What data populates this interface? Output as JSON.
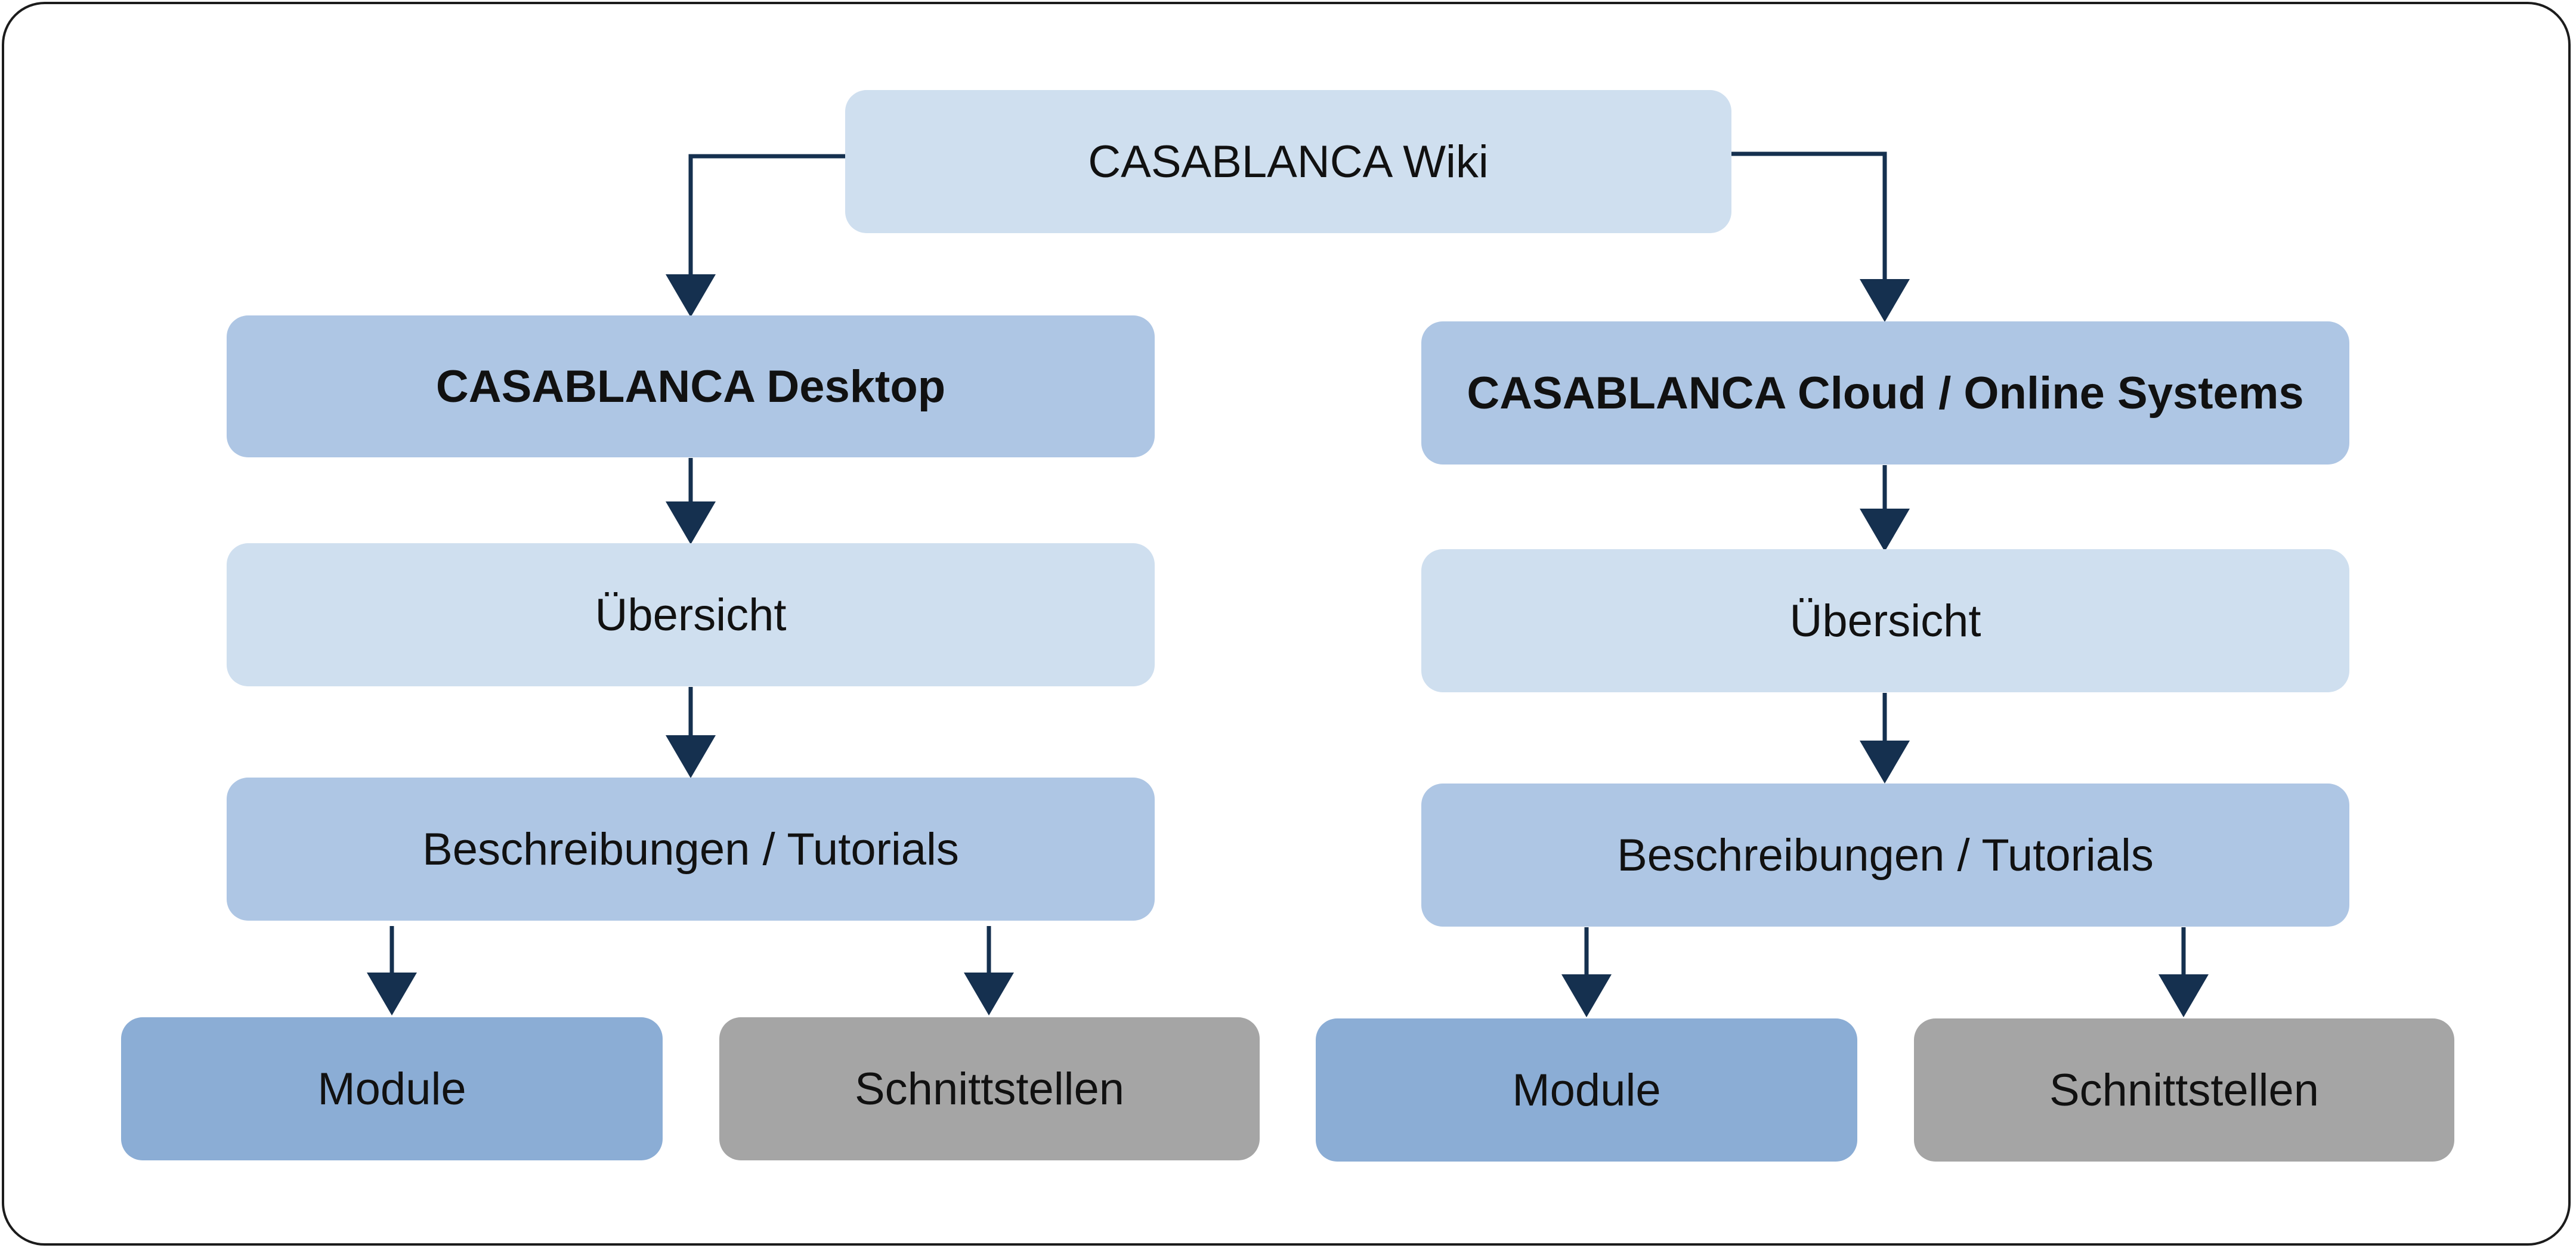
{
  "diagram": {
    "root": {
      "label": "CASABLANCA Wiki"
    },
    "branches": [
      {
        "platform": "CASABLANCA Desktop",
        "overview": "Übersicht",
        "descriptions": "Beschreibungen / Tutorials",
        "leaves": [
          "Module",
          "Schnittstellen"
        ]
      },
      {
        "platform": "CASABLANCA Cloud / Online Systems",
        "overview": "Übersicht",
        "descriptions": "Beschreibungen / Tutorials",
        "leaves": [
          "Module",
          "Schnittstellen"
        ]
      }
    ]
  },
  "colors": {
    "root": "#cfdfef",
    "platform": "#aec6e4",
    "overview": "#cfdfef",
    "descriptions": "#aec6e4",
    "module": "#8badd5",
    "interface": "#a5a5a5",
    "arrow": "#15304f",
    "border": "#1c1c1c"
  }
}
